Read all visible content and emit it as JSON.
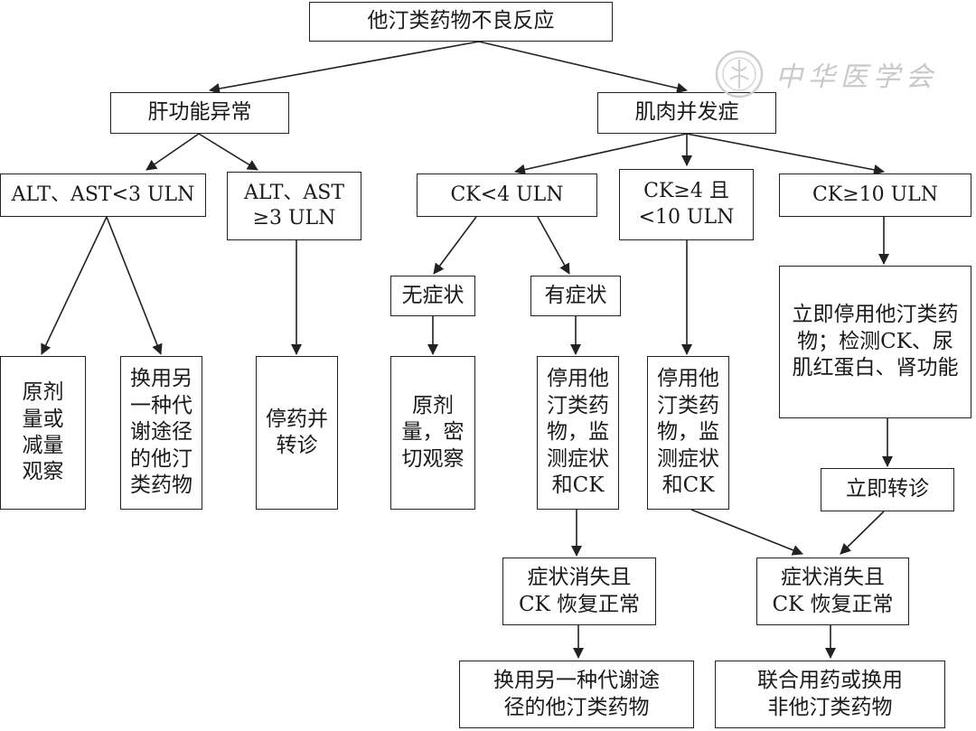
{
  "title": "他汀类药物不良反应",
  "branches": {
    "liver": {
      "label": "肝功能异常",
      "low": "ALT、AST<3 ULN",
      "high": [
        "ALT、AST",
        "≥3 ULN"
      ],
      "low_action_1": [
        "原剂",
        "量或",
        "减量",
        "观察"
      ],
      "low_action_2": [
        "换用另",
        "一种代",
        "谢途径",
        "的他汀",
        "类药物"
      ],
      "high_action": [
        "停药并",
        "转诊"
      ]
    },
    "muscle": {
      "label": "肌肉并发症",
      "ck_low": "CK<4 ULN",
      "ck_mid": [
        "CK≥4 且",
        "<10 ULN"
      ],
      "ck_high": "CK≥10 ULN",
      "no_symptom": "无症状",
      "symptom": "有症状",
      "no_symptom_action": [
        "原剂",
        "量，密",
        "切观察"
      ],
      "symptom_action": [
        "停用他",
        "汀类药",
        "物，监",
        "测症状",
        "和CK"
      ],
      "mid_action": [
        "停用他",
        "汀类药",
        "物，监",
        "测症状",
        "和CK"
      ],
      "high_action": [
        "立即停用他汀类药",
        "物；检测CK、尿",
        "肌红蛋白、肾功能"
      ],
      "referral": "立即转诊",
      "resolved_left": [
        "症状消失且",
        "CK 恢复正常"
      ],
      "resolved_right": [
        "症状消失且",
        "CK 恢复正常"
      ],
      "final_left": [
        "换用另一种代谢途",
        "径的他汀类药物"
      ],
      "final_right": [
        "联合用药或换用",
        "非他汀类药物"
      ]
    }
  },
  "watermark": {
    "text": "中华医学会",
    "seal_icon": "seal-icon",
    "color": "#c9c9c9"
  }
}
